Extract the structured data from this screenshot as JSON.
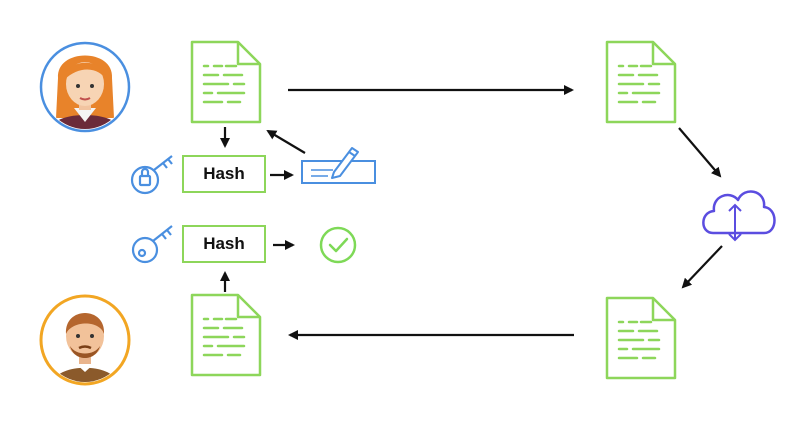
{
  "diagram": {
    "hash_top_label": "Hash",
    "hash_bottom_label": "Hash"
  },
  "icons": {
    "sender_avatar": "woman-avatar",
    "receiver_avatar": "man-avatar",
    "private_key": "key-with-lock-icon",
    "public_key": "key-icon",
    "signature": "signature-pen-icon",
    "verified": "check-circle-icon",
    "cloud": "cloud-transfer-icon",
    "document": "document-icon"
  },
  "colors": {
    "doc_green": "#8dd65a",
    "key_blue": "#4a8fe0",
    "cloud_purple": "#5b4de0",
    "check_green": "#7ed957",
    "sender_ring": "#4a8fe0",
    "receiver_ring": "#f2a623"
  }
}
